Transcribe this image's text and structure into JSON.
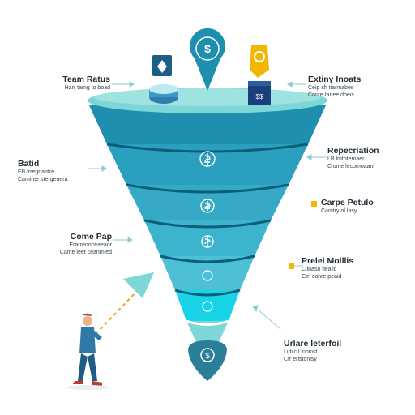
{
  "colors": {
    "top_disc": "#7fd6d6",
    "band_dark": "#1f8fb0",
    "band_mid": "#35a9c6",
    "band_light": "#4ec0d6",
    "band_cyan": "#19d3e6",
    "divider": "#0c5f7a",
    "tip": "#2a7f98",
    "accent_yellow": "#f2b705",
    "person_suit": "#2f78a8",
    "arrow_dashed": "#f0a21a"
  },
  "labels": {
    "top_left": {
      "title": "Team Ratus",
      "sub": [
        "Harr tamg to boad"
      ]
    },
    "mid_left": {
      "title": "Batid",
      "sub": [
        "EB lrregnaritre",
        "Caminte stergenera"
      ]
    },
    "lower_left": {
      "title": "Come Pap",
      "sub": [
        "Erarrenoceaeaor",
        "Came leet ceanmied"
      ]
    },
    "top_right": {
      "title": "Extiny Inoats",
      "sub": [
        "Ceip sh tiarmabes",
        "Conte tanee doeis"
      ]
    },
    "mid_right": {
      "title": "Repecriation",
      "sub": [
        "LB lmtotemaer",
        "Clonte lecomoaanl"
      ]
    },
    "mid_right2": {
      "title": "Carpe Petulo",
      "sub": [
        "Camtry ol lasy"
      ]
    },
    "lower_right": {
      "title": "Prelel Molllis",
      "sub": [
        "Clinaso tiealic",
        "Ctrl cahre peaid"
      ]
    },
    "bottom_right": {
      "title": "Urlare leterfoil",
      "sub": [
        "Lidiic l lnoinst",
        "Ctr eristonisy"
      ]
    }
  },
  "icons": {
    "top_pin": "dollar-pin-icon",
    "top_left_badge": "diamond-badge-icon",
    "top_right_tag": "yellow-tag-icon",
    "top_box": "gift-box-icon",
    "tip": "dollar-drop-icon",
    "band_icons": "dollar-coin-icon"
  }
}
